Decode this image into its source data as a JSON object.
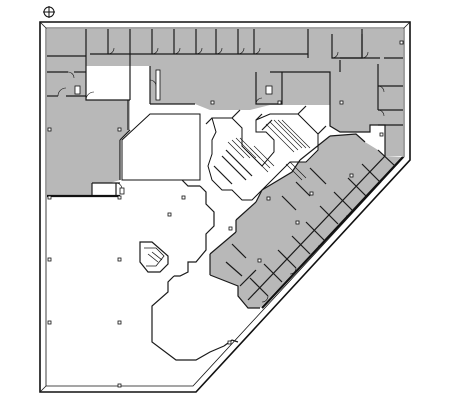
{
  "diagram": {
    "kind": "architectural floor plan",
    "colors": {
      "occupied_office_area": "#b8b8b8",
      "open_area": "#ffffff",
      "walls": "#1a1a1a"
    },
    "symbols": [
      "north-arrow-icon",
      "structural-columns",
      "stair-core",
      "elevator-core",
      "restrooms"
    ]
  }
}
